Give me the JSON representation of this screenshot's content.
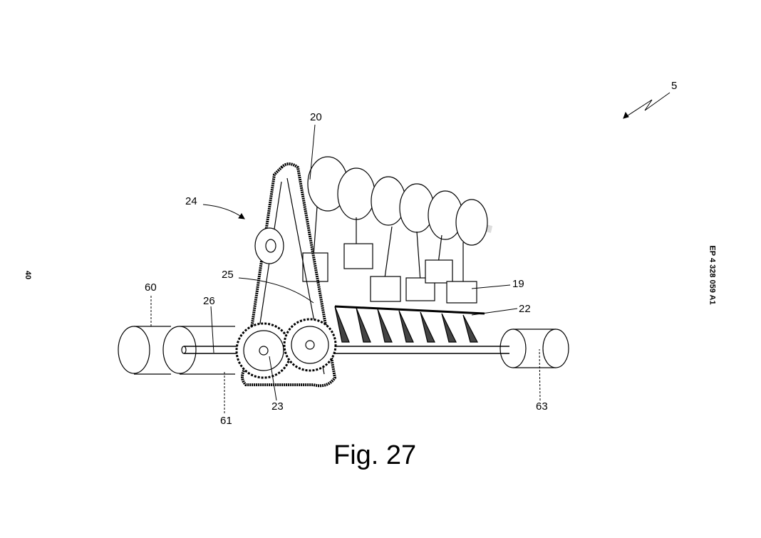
{
  "document": {
    "publication_number": "EP 4 328 059 A1",
    "page_number": "40",
    "figure_caption": "Fig. 27"
  },
  "reference_labels": {
    "r5": "5",
    "r19": "19",
    "r20": "20",
    "r22": "22",
    "r23": "23",
    "r24": "24",
    "r25": "25",
    "r26": "26",
    "r60": "60",
    "r61": "61",
    "r63": "63"
  }
}
